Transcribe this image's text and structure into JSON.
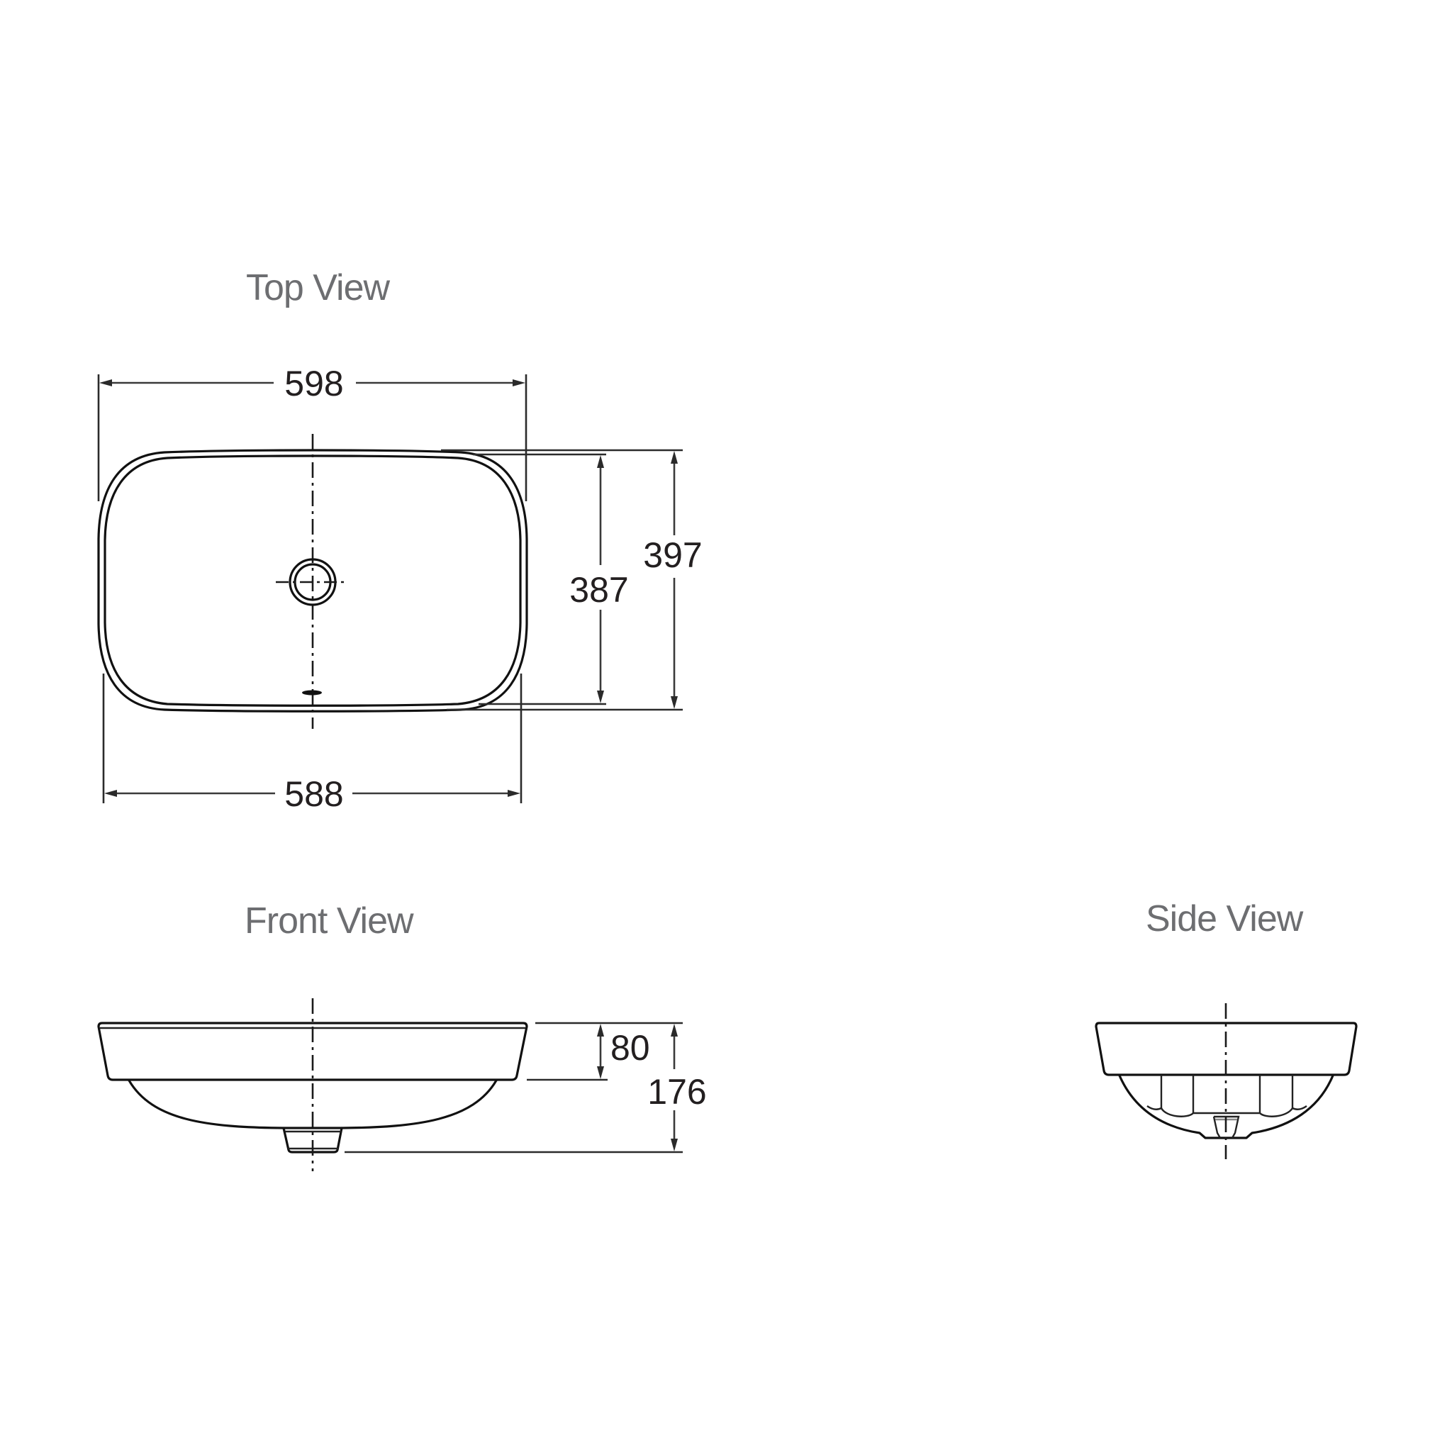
{
  "drawing": {
    "colors": {
      "title_text": "#6d6e71",
      "dimension_text": "#231f20",
      "linework": "#111111",
      "background": "#ffffff"
    },
    "units": "mm"
  },
  "top_view": {
    "title": "Top View",
    "dimensions": {
      "overall_width": "598",
      "base_width": "588",
      "inner_depth": "387",
      "overall_depth": "397"
    },
    "features": [
      "drain-hole",
      "overflow-slot",
      "centerline"
    ]
  },
  "front_view": {
    "title": "Front View",
    "dimensions": {
      "rim_height": "80",
      "overall_height": "176"
    },
    "features": [
      "rim",
      "bowl",
      "drain-outlet",
      "centerline"
    ]
  },
  "side_view": {
    "title": "Side View",
    "features": [
      "rim",
      "bowl",
      "support-ribs",
      "drain-outlet",
      "centerline"
    ]
  }
}
